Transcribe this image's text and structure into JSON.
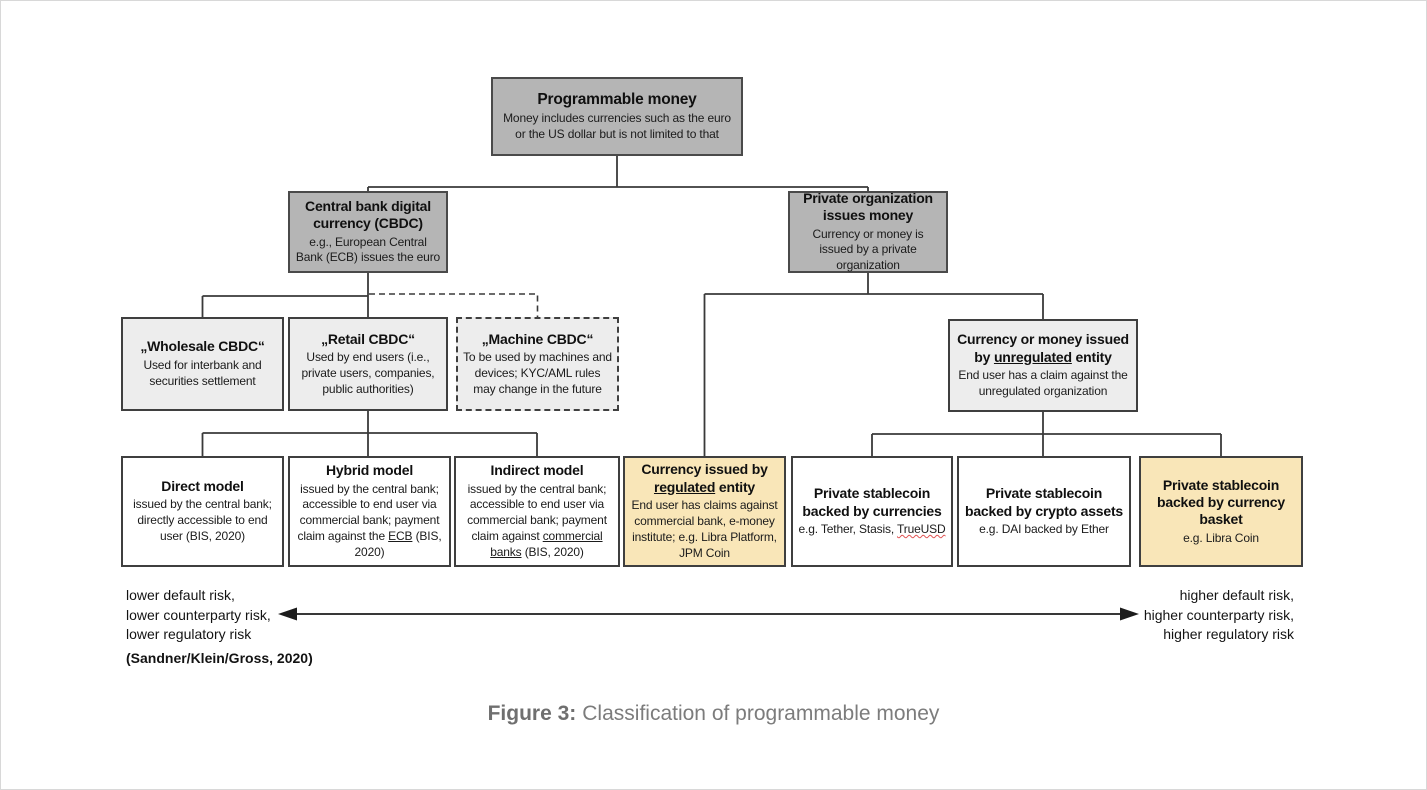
{
  "nodes": {
    "root": {
      "title": "Programmable money",
      "body": "Money includes currencies such as the euro or the US dollar but is not limited to that"
    },
    "cbdc": {
      "title": "Central bank digital currency (CBDC)",
      "body": "e.g., European Central Bank (ECB) issues the euro"
    },
    "private_org": {
      "title": "Private organization issues money",
      "body": "Currency or money is issued by a private organization"
    },
    "wholesale": {
      "title": "„Wholesale CBDC“",
      "body": "Used for interbank and securities settlement"
    },
    "retail": {
      "title": "„Retail CBDC“",
      "body": "Used by end users (i.e., private users, companies, public authorities)"
    },
    "machine": {
      "title": "„Machine CBDC“",
      "body": "To be used by machines and devices; KYC/AML rules may change in the future"
    },
    "unregulated": {
      "title_pre": "Currency or money issued by ",
      "title_u": "unregulated",
      "title_post": " entity",
      "body": "End user has a claim against the unregulated organization"
    },
    "direct": {
      "title": "Direct model",
      "body": "issued by the central bank; directly accessible to end user (BIS, 2020)"
    },
    "hybrid": {
      "title": "Hybrid model",
      "body_pre": "issued by the central bank; accessible to end user via commercial bank; payment claim against the ",
      "body_u": "ECB",
      "body_post": " (BIS, 2020)"
    },
    "indirect": {
      "title": "Indirect model",
      "body_pre": "issued by the central bank; accessible to end user via commercial bank; payment claim against ",
      "body_u": "commercial banks",
      "body_post": " (BIS, 2020)"
    },
    "regulated": {
      "title_pre": "Currency issued by ",
      "title_u": "regulated",
      "title_post": " entity",
      "body": "End user has claims against commercial bank, e-money institute; e.g. Libra Platform, JPM Coin"
    },
    "stable_currencies": {
      "title": "Private stablecoin backed by currencies",
      "body_pre": "e.g. Tether, Stasis, ",
      "body_wavy": "TrueUSD"
    },
    "stable_crypto": {
      "title": "Private stablecoin backed by crypto assets",
      "body": "e.g. DAI backed by Ether"
    },
    "stable_basket": {
      "title": "Private stablecoin backed by currency basket",
      "body": "e.g. Libra Coin"
    }
  },
  "axis": {
    "left": [
      "lower default risk,",
      "lower counterparty risk,",
      "lower regulatory risk"
    ],
    "right": [
      "higher default risk,",
      "higher counterparty risk,",
      "higher regulatory risk"
    ],
    "citation": "(Sandner/Klein/Gross, 2020)"
  },
  "caption": {
    "prefix": "Figure 3:",
    "text": "Classification of programmable money"
  },
  "colors": {
    "node_gray": "#b5b5b5",
    "node_light": "#ededed",
    "node_white": "#ffffff",
    "node_yellow": "#f9e6b8",
    "node_border": "#3f3f3f",
    "connector": "#3a3a3a",
    "caption_gray": "#7c7c7c",
    "spellcheck_red": "#e05252"
  }
}
